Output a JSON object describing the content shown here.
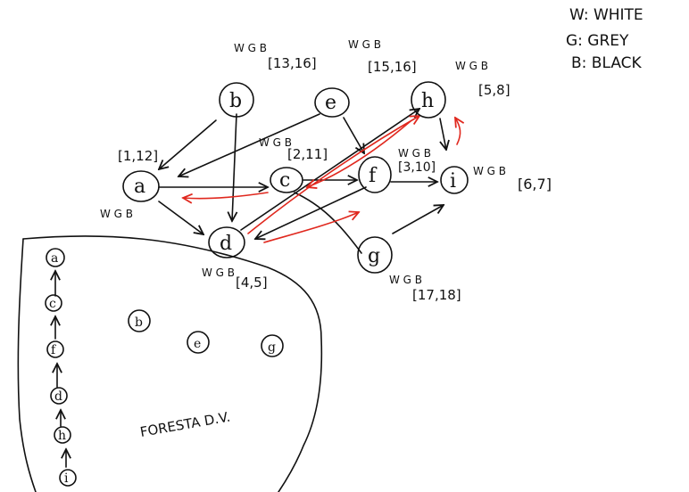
{
  "legend": {
    "white": "W: WHITE",
    "grey": "G: GREY",
    "black": "B: BLACK"
  },
  "nodes": [
    {
      "id": "a",
      "label": "a",
      "interval": "[1,12]",
      "marks": "W G B"
    },
    {
      "id": "b",
      "label": "b",
      "interval": "[13,16]",
      "marks": "W G B"
    },
    {
      "id": "c",
      "label": "c",
      "interval": "[2,11]",
      "marks": "W G B"
    },
    {
      "id": "d",
      "label": "d",
      "interval": "[4,5]",
      "marks": "W G B"
    },
    {
      "id": "e",
      "label": "e",
      "interval": "[15,16]",
      "marks": "W G B"
    },
    {
      "id": "f",
      "label": "f",
      "interval": "[3,10]",
      "marks": "W G B"
    },
    {
      "id": "g",
      "label": "g",
      "interval": "[17,18]",
      "marks": "W G B"
    },
    {
      "id": "h",
      "label": "h",
      "interval": "[5,8]",
      "marks": "W G B"
    },
    {
      "id": "i",
      "label": "i",
      "interval": "[6,7]",
      "marks": "W G B"
    }
  ],
  "forest": {
    "caption": "FORESTA D.V.",
    "chain": [
      "a",
      "c",
      "f",
      "d",
      "h",
      "i"
    ],
    "roots": [
      "b",
      "e",
      "g"
    ]
  }
}
